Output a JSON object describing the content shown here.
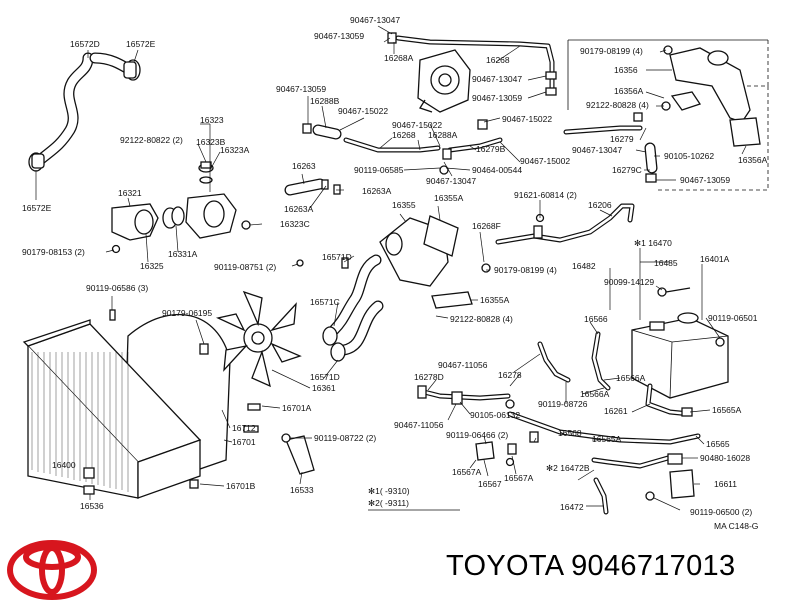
{
  "title": "TOYOTA 9046717013",
  "logo": "toyota-emblem",
  "labels": {
    "l16572D": "16572D",
    "l16572E_t": "16572E",
    "l16572E_b": "16572E",
    "l16323": "16323",
    "l92122_80822": "92122-80822 (2)",
    "l16323B": "16323B",
    "l16323A": "16323A",
    "l16321": "16321",
    "l90179_08153": "90179-08153 (2)",
    "l16325": "16325",
    "l16331A": "16331A",
    "l90119_08751": "90119-08751 (2)",
    "l16323C": "16323C",
    "l16263": "16263",
    "l16263A_1": "16263A",
    "l16263A_2": "16263A",
    "l90467_13059_a": "90467-13059",
    "l90467_13047_a": "90467-13047",
    "l16268A_a": "16268A",
    "l16268_a": "16268",
    "l90467_13047_b": "90467-13047",
    "l90467_13059_b": "90467-13059",
    "l90467_13059_c": "90467-13059",
    "l16288B": "16288B",
    "l90467_15022_a": "90467-15022",
    "l90467_15022_b": "90467-15022",
    "l16268_b": "16268",
    "l16288A": "16288A",
    "l90119_06585": "90119-06585",
    "l90467_13047_c": "90467-13047",
    "l90464_00544": "90464-00544",
    "l90467_15022_c": "90467-15022",
    "l16279B": "16279B",
    "l90467_15002": "90467-15002",
    "l90179_08199_a": "90179-08199 (4)",
    "l16356": "16356",
    "l16356A_a": "16356A",
    "l92122_80828_a": "92122-80828 (4)",
    "l16279": "16279",
    "l90467_13047_d": "90467-13047",
    "l90105_10262": "90105-10262",
    "l16356A_b": "16356A",
    "l16279C": "16279C",
    "l90467_13059_d": "90467-13059",
    "l91621_60814": "91621-60814 (2)",
    "l16206": "16206",
    "l16355": "16355",
    "l16355A_t": "16355A",
    "l16268F": "16268F",
    "l16571D": "16571D",
    "l90179_08199_b": "90179-08199 (4)",
    "l16355A_b": "16355A",
    "l92122_80828_b": "92122-80828 (4)",
    "l16571C": "16571C",
    "l90119_06586": "90119-06586 (3)",
    "l90179_06195": "90179-06195",
    "l16571D_b": "16571D",
    "l16361": "16361",
    "l16701A": "16701A",
    "l16712": "16712",
    "l16701": "16701",
    "l90119_08722": "90119-08722 (2)",
    "l16400": "16400",
    "l16701B": "16701B",
    "l16533": "16533",
    "l16536": "16536",
    "l16470": "✻1 16470",
    "l16482": "16482",
    "l16485": "16485",
    "l16401A": "16401A",
    "l90099_14129": "90099-14129",
    "l16566": "16566",
    "l90119_06501": "90119-06501",
    "l90467_11056_a": "90467-11056",
    "l16278D": "16278D",
    "l16278": "16278",
    "l16566A_a": "16566A",
    "l16566A_b": "16566A",
    "l90119_08726": "90119-08726",
    "l90467_11056_b": "90467-11056",
    "l90105_06132": "90105-06132",
    "l16261": "16261",
    "l16565A": "16565A",
    "l90119_06466": "90119-06466 (2)",
    "l16568": "16568",
    "l16565A_b": "16565A",
    "l16565": "16565",
    "l16567A_a": "16567A",
    "l16567": "16567",
    "l16567A_b": "16567A",
    "l16472B": "✻2 16472B",
    "l90480_16028": "90480-16028",
    "l16611": "16611",
    "l16472": "16472",
    "l90119_06500": "90119-06500 (2)",
    "note1": "✻1(    -9310)",
    "note2": "✻2(    -9311)",
    "ref": "MA  C148-G"
  }
}
